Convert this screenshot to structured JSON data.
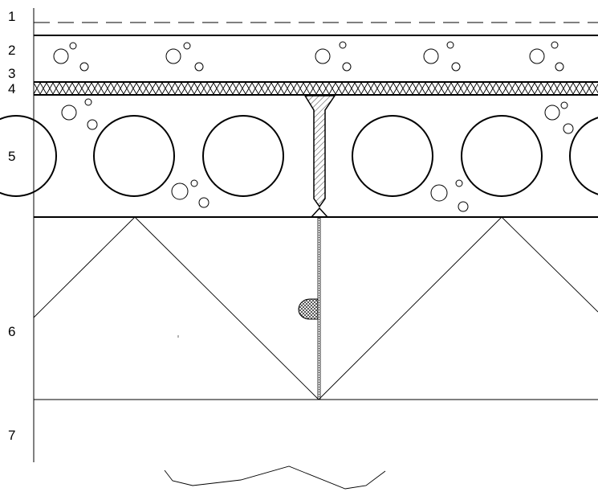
{
  "diagram": {
    "layers": [
      {
        "label": "1"
      },
      {
        "label": "2"
      },
      {
        "label": "3"
      },
      {
        "label": "4"
      },
      {
        "label": "5"
      },
      {
        "label": "6"
      },
      {
        "label": "7"
      }
    ],
    "colors": {
      "line": "#000000",
      "background": "#ffffff"
    }
  }
}
